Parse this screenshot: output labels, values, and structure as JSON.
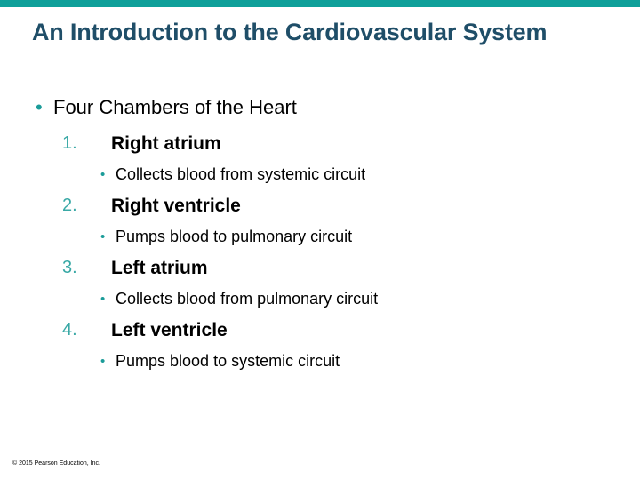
{
  "slide": {
    "title": "An Introduction to the Cardiovascular System",
    "accent_color": "#0FA09A",
    "title_color": "#1F4E68",
    "background_color": "#FFFFFF",
    "bullet_glyph": "•",
    "main_bullet": "Four Chambers of the Heart",
    "items": [
      {
        "number": "1.",
        "label": "Right atrium",
        "detail": "Collects blood from systemic circuit"
      },
      {
        "number": "2.",
        "label": "Right ventricle",
        "detail": "Pumps blood to pulmonary circuit"
      },
      {
        "number": "3.",
        "label": "Left atrium",
        "detail": "Collects blood from pulmonary circuit"
      },
      {
        "number": "4.",
        "label": "Left ventricle",
        "detail": "Pumps blood to systemic circuit"
      }
    ],
    "footer": "© 2015 Pearson Education, Inc."
  }
}
